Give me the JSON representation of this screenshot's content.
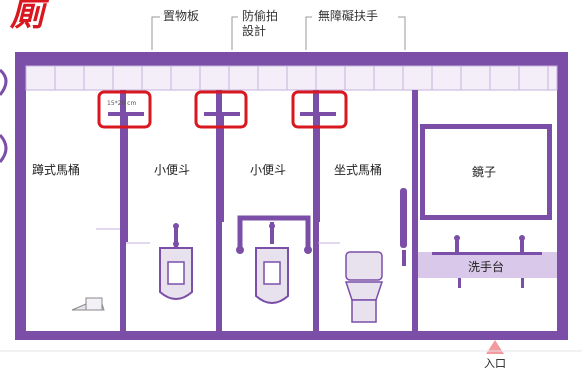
{
  "title_char": "廁",
  "callouts": {
    "shelf": "置物板",
    "anti_peep_line1": "防偷拍",
    "anti_peep_line2": "設計",
    "grab_bar": "無障礙扶手"
  },
  "shelf_size_note": "15*20 cm",
  "stalls": [
    {
      "label": "蹲式馬桶"
    },
    {
      "label": "小便斗"
    },
    {
      "label": "小便斗"
    },
    {
      "label": "坐式馬桶"
    }
  ],
  "mirror_label": "鏡子",
  "sink_label": "洗手台",
  "entrance_label": "入口",
  "colors": {
    "wall": "#7b4fa8",
    "wall_light": "#d9c8ea",
    "highlight": "#d8171f",
    "entrance_arrow": "#f29aa0"
  }
}
